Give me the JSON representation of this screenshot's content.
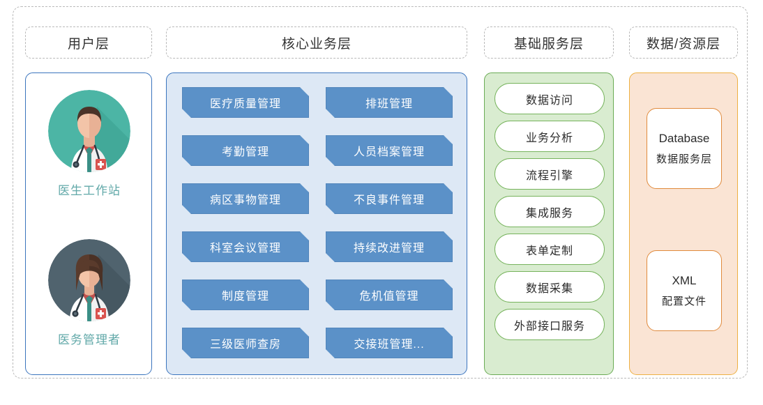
{
  "diagram": {
    "title_labels": [
      {
        "key": "user",
        "label": "用户层"
      },
      {
        "key": "core",
        "label": "核心业务层"
      },
      {
        "key": "service",
        "label": "基础服务层"
      },
      {
        "key": "data",
        "label": "数据/资源层"
      }
    ],
    "user_layer": {
      "personas": [
        {
          "icon": "male-doctor-avatar-icon",
          "label": "医生工作站"
        },
        {
          "icon": "female-doctor-avatar-icon",
          "label": "医务管理者"
        }
      ]
    },
    "core_layer": {
      "modules": [
        "医疗质量管理",
        "排班管理",
        "考勤管理",
        "人员档案管理",
        "病区事物管理",
        "不良事件管理",
        "科室会议管理",
        "持续改进管理",
        "制度管理",
        "危机值管理",
        "三级医师查房",
        "交接班管理..."
      ]
    },
    "service_layer": {
      "services": [
        "数据访问",
        "业务分析",
        "流程引擎",
        "集成服务",
        "表单定制",
        "数据采集",
        "外部接口服务"
      ]
    },
    "data_layer": {
      "resources": [
        {
          "title": "Database",
          "subtitle": "数据服务层"
        },
        {
          "title": "XML",
          "subtitle": "配置文件"
        }
      ]
    },
    "colors": {
      "outer_border": "#b9b9b9",
      "user_panel_border": "#3a74bd",
      "core_panel_bg": "#dde8f5",
      "core_panel_border": "#3a74bd",
      "module_chip_bg": "#5b91c8",
      "service_panel_bg": "#d9ecd0",
      "service_panel_border": "#6aab54",
      "service_pill_border": "#76b35c",
      "data_panel_bg": "#fae4d4",
      "data_panel_border": "#edb042",
      "resource_card_border": "#e08a3c",
      "persona_label": "#62a9a9"
    }
  }
}
